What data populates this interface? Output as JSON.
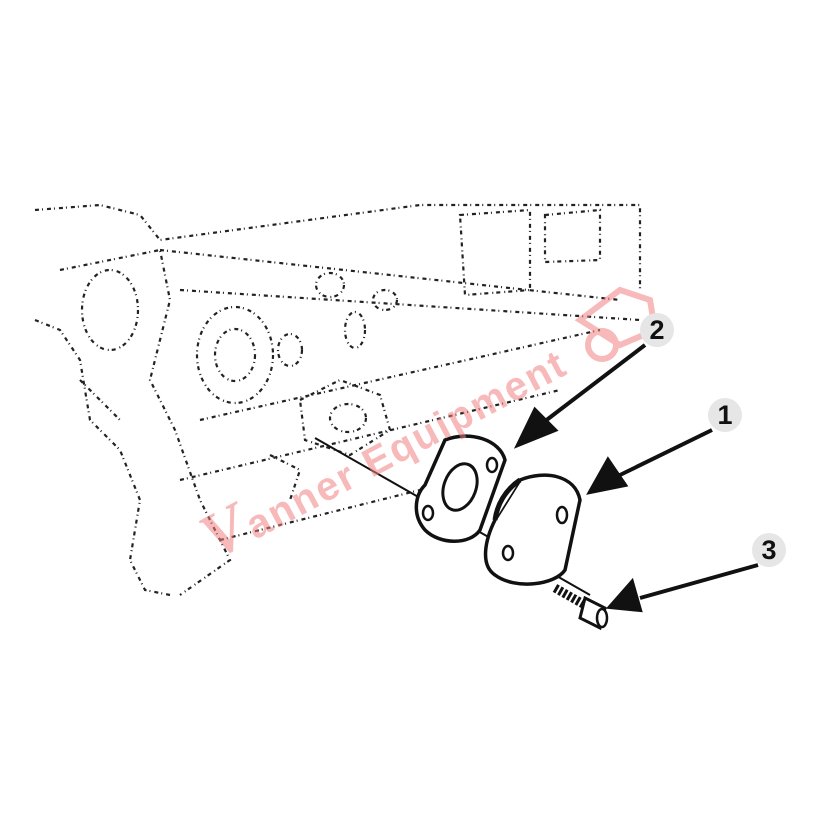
{
  "diagram": {
    "callouts": [
      {
        "id": "2",
        "label": "2"
      },
      {
        "id": "1",
        "label": "1"
      },
      {
        "id": "3",
        "label": "3"
      }
    ],
    "watermark": "Vanner Equipment",
    "colors": {
      "line": "#111111",
      "watermark": "#f4a0a0",
      "callout_bg": "#e6e6e6"
    }
  }
}
